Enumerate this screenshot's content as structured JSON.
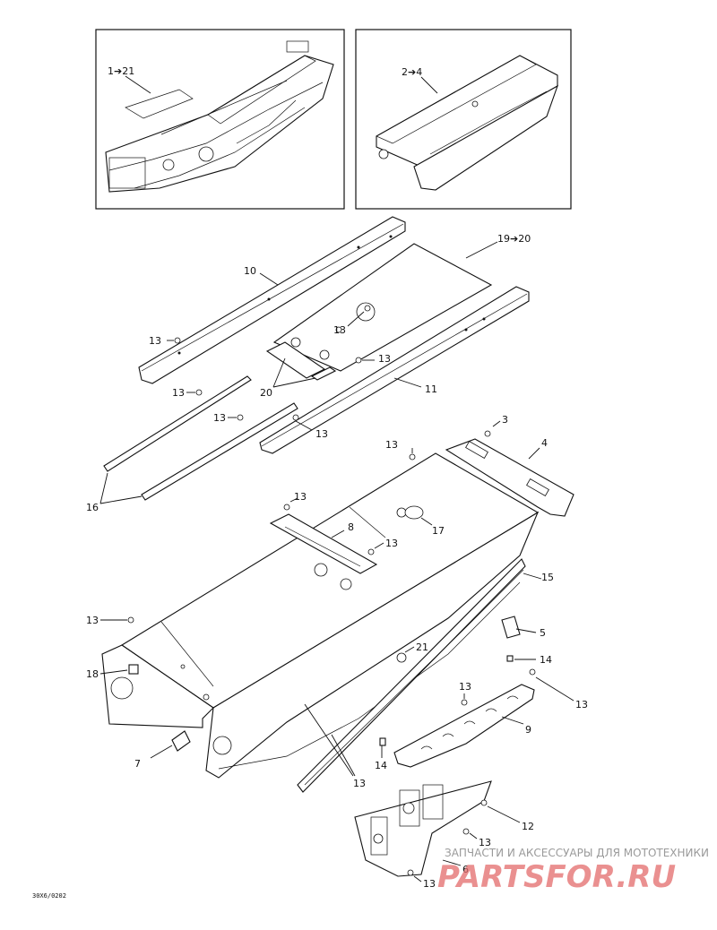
{
  "inset_left": {
    "callout": "1➔21"
  },
  "inset_right": {
    "callout": "2➔4"
  },
  "callouts": {
    "c19_20": "19➔20",
    "c10": "10",
    "c11": "11",
    "c20": "20",
    "c16": "16",
    "c3": "3",
    "c4": "4",
    "c8": "8",
    "c17": "17",
    "c15": "15",
    "c5": "5",
    "c14a": "14",
    "c14b": "14",
    "c18": "18",
    "c21": "21",
    "c9": "9",
    "c7": "7",
    "c12": "12",
    "c6": "6",
    "c13": "13"
  },
  "watermark": {
    "line1": "ЗАПЧАСТИ И АКСЕССУАРЫ ДЛЯ МОТОТЕХНИКИ",
    "line2": "PARTSFOR.RU"
  },
  "drawing_code": "30X6/0202"
}
